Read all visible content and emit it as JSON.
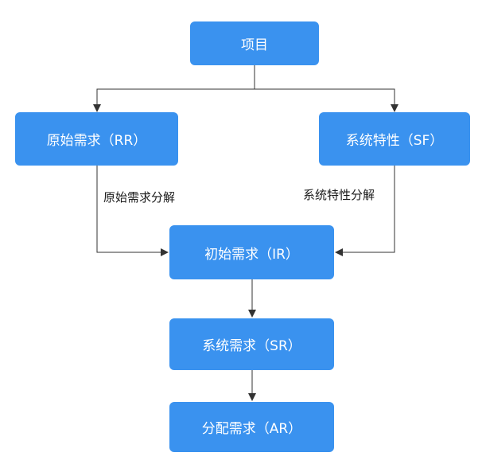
{
  "nodes": {
    "project": "项目",
    "rr": "原始需求（RR）",
    "sf": "系统特性（SF）",
    "ir": "初始需求（IR）",
    "sr": "系统需求（SR）",
    "ar": "分配需求（AR）"
  },
  "edge_labels": {
    "rr_decompose": "原始需求分解",
    "sf_decompose": "系统特性分解"
  },
  "colors": {
    "node_fill": "#3a92ef",
    "node_text": "#ffffff",
    "edge": "#333333",
    "label_text": "#1a1a1a"
  }
}
